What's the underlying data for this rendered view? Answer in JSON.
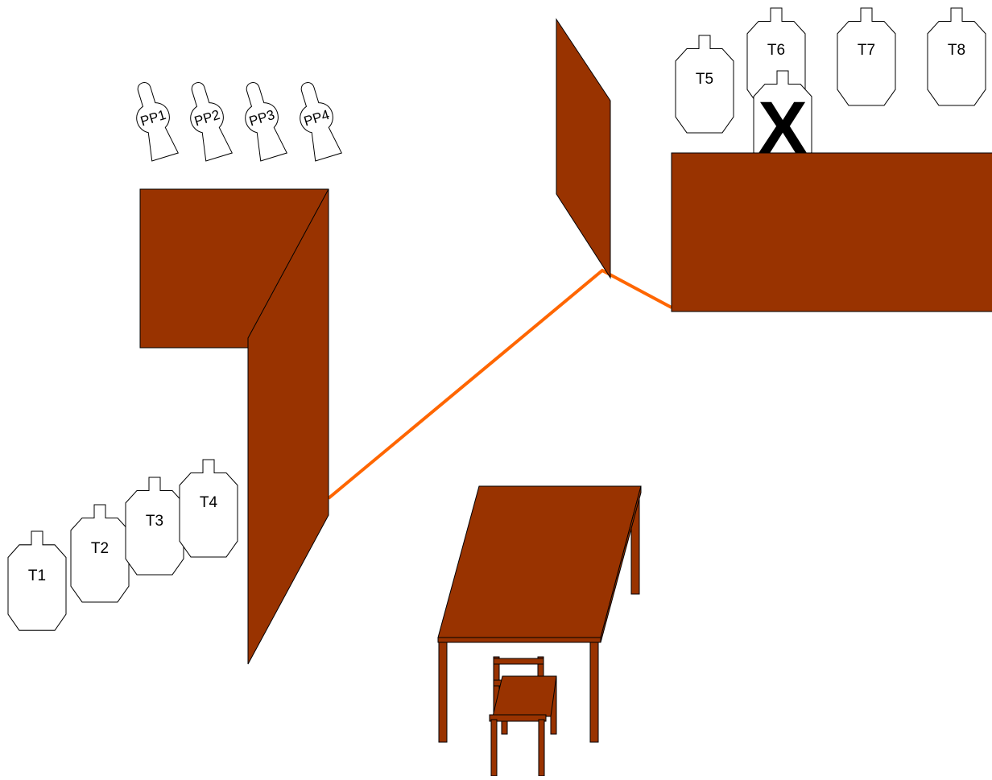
{
  "colors": {
    "wall": "#993300",
    "fault_line": "#ff6600",
    "outline": "#000000",
    "target_fill": "#ffffff"
  },
  "targets": {
    "t1": "T1",
    "t2": "T2",
    "t3": "T3",
    "t4": "T4",
    "t5": "T5",
    "t6": "T6",
    "t7": "T7",
    "t8": "T8"
  },
  "poppers": {
    "pp1": "PP1",
    "pp2": "PP2",
    "pp3": "PP3",
    "pp4": "PP4"
  },
  "no_shoot": {
    "mark": "X"
  },
  "objects": [
    "wall-corner-left",
    "wall-panel-center",
    "wall-barricade-right",
    "fault-line",
    "table",
    "chair"
  ]
}
